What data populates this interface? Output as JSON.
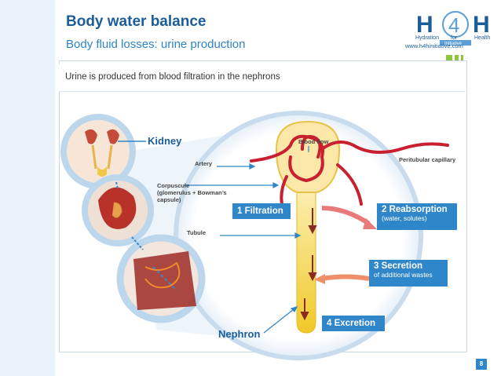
{
  "header": {
    "title": "Body water balance",
    "subtitle": "Body fluid losses: urine production"
  },
  "logo": {
    "letter_h1": "H",
    "digit": "4",
    "letter_h2": "H",
    "word_hydration": "Hydration",
    "word_for": "for",
    "word_health": "Health",
    "word_initiative": "Initiative",
    "website": "www.h4hinitiative.com"
  },
  "panel": {
    "heading": "Urine is produced from blood filtration in the nephrons"
  },
  "labels": {
    "kidney": "Kidney",
    "blood_flow": "Blood flow",
    "artery": "Artery",
    "peritubular_capillary": "Peritubular capillary",
    "corpuscule_line1": "Corpuscule",
    "corpuscule_line2": "(glomerulus + Bowman’s",
    "corpuscule_line3": "capsule)",
    "tubule": "Tubule",
    "nephron": "Nephron"
  },
  "steps": {
    "filtration": "1 Filtration",
    "reabsorption": "2 Reabsorption",
    "reabsorption_sub": "(water, solutes)",
    "secretion": "3 Secretion",
    "secretion_sub": "of additional wastes",
    "excretion": "4 Excretion"
  },
  "colors": {
    "brand_blue": "#1b5d9a",
    "accent_blue": "#2f86c8",
    "green": "#8cc63f",
    "blood_red": "#c8202f",
    "tubule_yellow": "#f3d23a"
  },
  "footer": {
    "page_number": "8"
  }
}
